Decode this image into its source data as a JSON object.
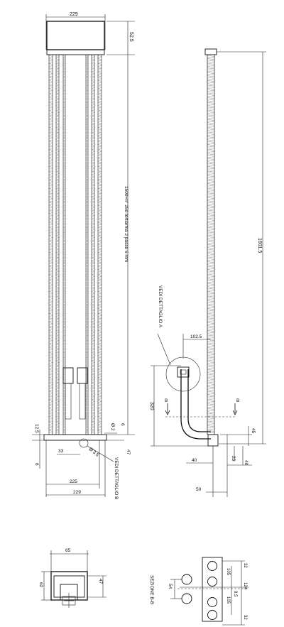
{
  "front_view": {
    "top_width": "229",
    "header_height": "52.5",
    "overall_height_note": "1500=n° 250 tortiarma 2 passo 6 mm",
    "left_offset": "12.5",
    "right_offset": "6",
    "tube_dia": "Ø 2",
    "bend_dia": "Ø 3.5",
    "bottom_gap": "47",
    "left_lower": "6",
    "inner_offset": "33",
    "bottom_width_inner": "225",
    "bottom_width_outer": "229",
    "detail_ref": "VEDI DETTAGLIO B"
  },
  "side_view": {
    "overall_height": "1601.5",
    "offset_top": "102.5",
    "detail_ref": "VEDI DETTAGLIO A",
    "section_left": "B",
    "section_right": "B",
    "height_left": "320",
    "right_small": "45",
    "right_small2": "25",
    "right_small3": "40",
    "bottom_left": "40",
    "bottom_width": "50"
  },
  "bottom_left_view": {
    "width": "65",
    "height": "62",
    "side": "47"
  },
  "section_view": {
    "title": "SEZIONE B-B",
    "left_dim": "54",
    "top_dim": "32",
    "mid_dim1": "105",
    "mid_dim2": "124",
    "mid_dim3": "9.5",
    "lower_dim": "105",
    "bottom_dim": "32"
  },
  "icons": [
    "section-arrow-icon",
    "leader-arrow-icon"
  ]
}
